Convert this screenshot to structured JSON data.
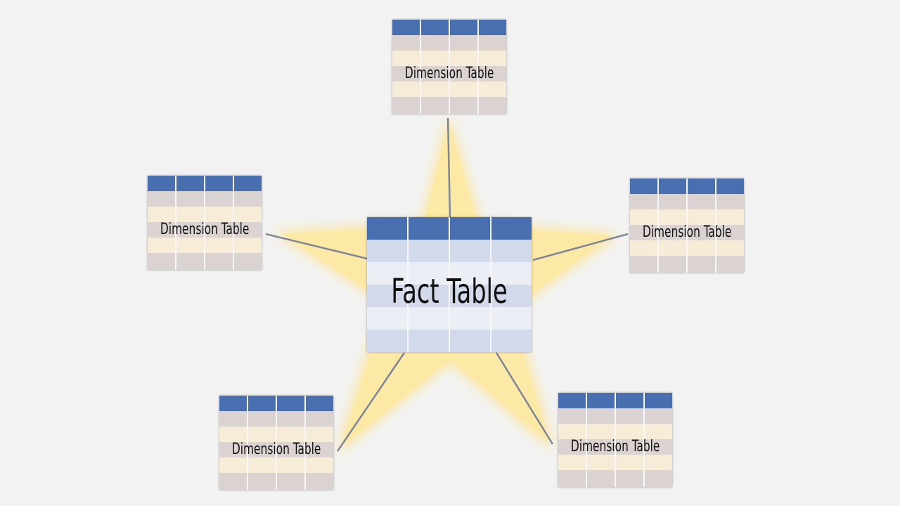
{
  "diagram": {
    "fact_table": {
      "label": "Fact Table"
    },
    "dimension_tables": [
      {
        "label": "Dimension Table"
      },
      {
        "label": "Dimension Table"
      },
      {
        "label": "Dimension Table"
      },
      {
        "label": "Dimension Table"
      },
      {
        "label": "Dimension Table"
      }
    ],
    "colors": {
      "background": "#f2f2f2",
      "table_header": "#4a6fb0",
      "star_glow": "#ffe89a",
      "connector": "#7d8596"
    }
  }
}
